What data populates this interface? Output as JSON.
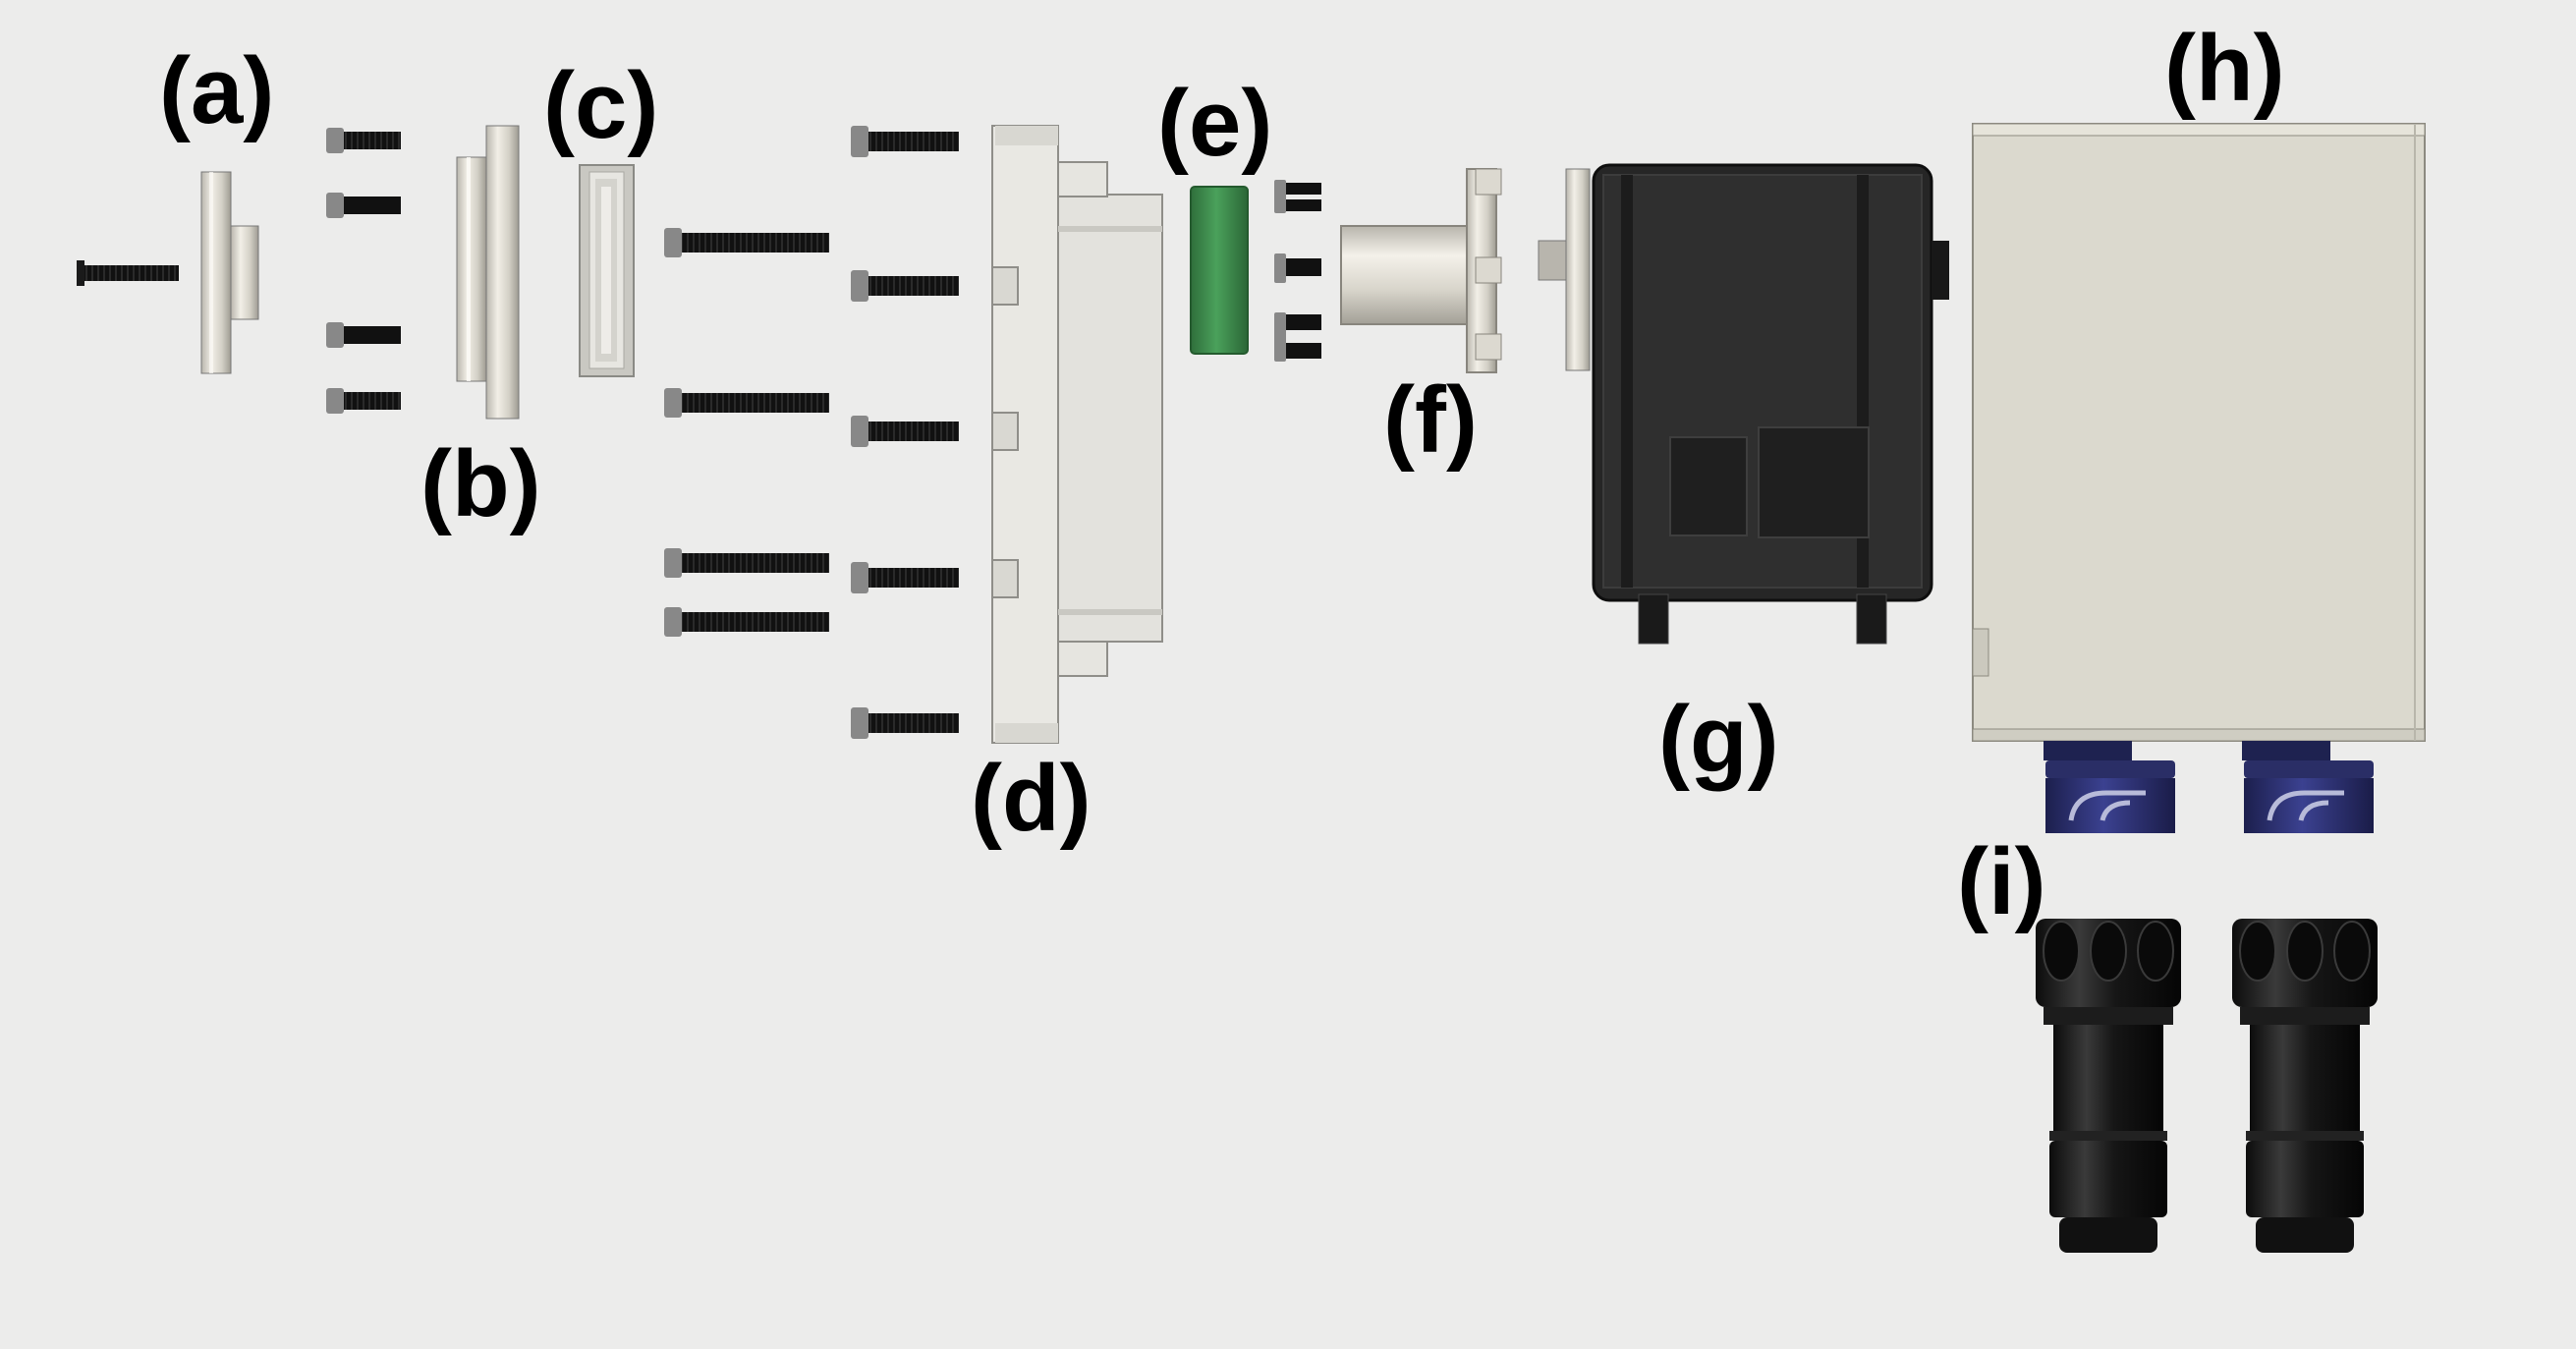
{
  "labels": {
    "a": "(a)",
    "b": "(b)",
    "c": "(c)",
    "d": "(d)",
    "e": "(e)",
    "f": "(f)",
    "g": "(g)",
    "h": "(h)",
    "i": "(i)"
  },
  "colors": {
    "background": "#ececeb",
    "metal": "#d9d6cc",
    "screw": "#151515",
    "housing_black": "#222222",
    "green_ring": "#3d8a4c",
    "enclosure": "#dad8cd",
    "gland_blue": "#2c3070",
    "connector_black": "#141414"
  }
}
